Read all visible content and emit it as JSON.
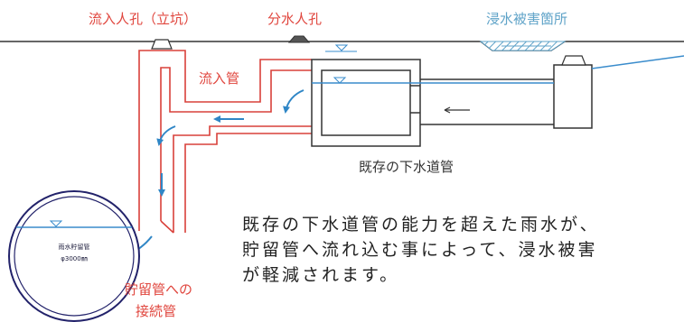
{
  "labels": {
    "inflow_manhole": "流入人孔（立坑）",
    "diversion_manhole": "分水人孔",
    "flood_damage_location": "浸水被害箇所",
    "inflow_pipe": "流入管",
    "existing_sewer": "既存の下水道管",
    "connection_pipe_line1": "貯留管への",
    "connection_pipe_line2": "接続管",
    "storage_pipe_name": "雨水貯留管",
    "storage_pipe_size": "φ3000㎜"
  },
  "caption": {
    "line1": "既存の下水道管の能力を超えた雨水が、",
    "line2": "貯留管へ流れ込む事によって、浸水被害",
    "line3": "が軽減されます。"
  },
  "colors": {
    "pipe_red": "#d9403a",
    "water_blue": "#3a8ccc",
    "arrow_blue": "#2f86c6",
    "structure": "#333333",
    "label_red": "#e0463e",
    "label_blue": "#5fa3c8",
    "storage_ring": "#22226a"
  }
}
